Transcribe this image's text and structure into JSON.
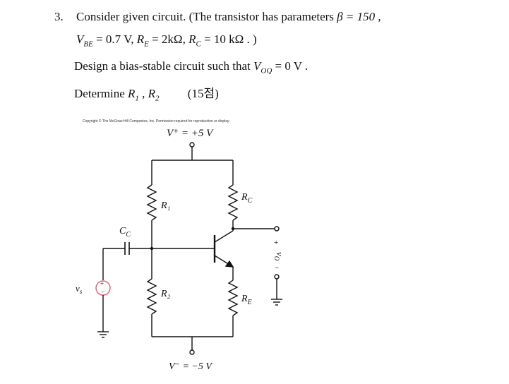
{
  "problem": {
    "number": "3.",
    "statement_intro": "Consider given circuit. (The transistor has parameters",
    "beta": "β = 150",
    "vbe": "= 0.7 V",
    "re": "= 2kΩ",
    "rc": "= 10 kΩ",
    "close": ". )",
    "design_text": "Design a bias-stable circuit  such that",
    "voq": "= 0 V",
    "determine_text": "Determine",
    "points": "(15점)"
  },
  "figure": {
    "copyright": "Copyright © The McGraw-Hill Companies, Inc. Permission required for reproduction or display.",
    "vplus": "V⁺ = +5 V",
    "vminus": "V⁻ = −5 V",
    "r1": "R₁",
    "r2": "R₂",
    "rc": "R",
    "rc_sub": "C",
    "re": "R",
    "re_sub": "E",
    "cc": "C",
    "cc_sub": "C",
    "vs": "v",
    "vs_sub": "s",
    "vo": "v",
    "vo_sub": "O",
    "plus": "+",
    "minus": "−"
  }
}
